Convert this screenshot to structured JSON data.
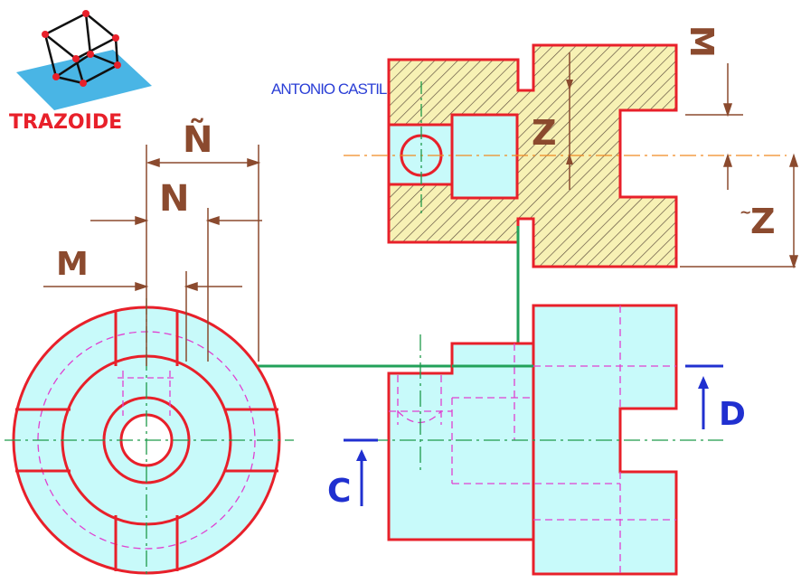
{
  "logo": {
    "text": "TRAZOIDE",
    "color": "#e8202a",
    "plane_color": "#29a8e0"
  },
  "author": {
    "text": "ANTONIO CASTILLA",
    "color": "#2b3fd6"
  },
  "dimensions": {
    "n_tilde": "Ñ",
    "n": "N",
    "m_left": "M",
    "m_right": "M",
    "z_mid": "Z",
    "z_right": "Z"
  },
  "section_labels": {
    "c": "C",
    "d": "D"
  },
  "colors": {
    "outline": "#e8202a",
    "fill": "#c8fafa",
    "hatch_fill": "#f7f1b4",
    "hatch": "#5a4a3a",
    "dimension": "#8b4a2e",
    "centerline": "#1f9a4a",
    "hidden": "#e040d0",
    "axis": "#f08a20",
    "section_arrow": "#2030d0",
    "projection": "#22a15a"
  }
}
